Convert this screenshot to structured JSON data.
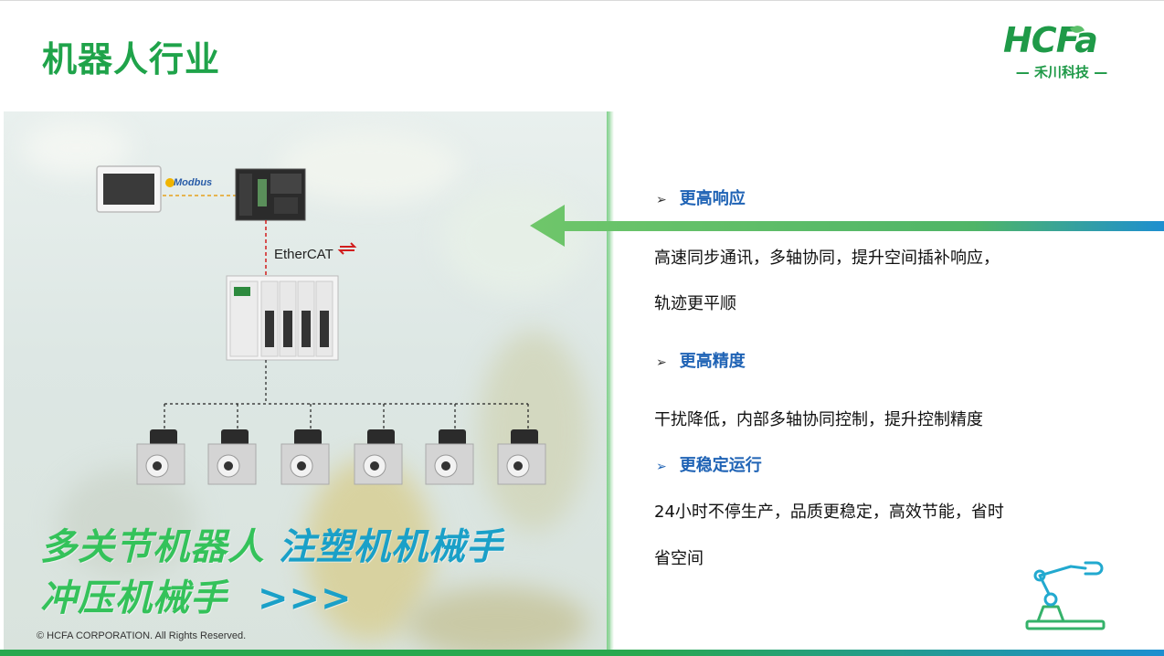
{
  "page": {
    "title": "机器人行业",
    "copyright": "© HCFA CORPORATION. All Rights Reserved."
  },
  "logo": {
    "brand": "HCFa",
    "subtitle": "— 禾川科技 —"
  },
  "diagram": {
    "protocol_top": "Modbus",
    "protocol_bus": "EtherCAT"
  },
  "caption": {
    "line1_part1": "多关节机器人",
    "line1_part2": "注塑机机械手",
    "line2_part1": "冲压机械手",
    "line2_part2": ">>>"
  },
  "sections": [
    {
      "heading": "更高响应",
      "lines": [
        "高速同步通讯，多轴协同，提升空间插补响应，",
        "轨迹更平顺"
      ]
    },
    {
      "heading": "更高精度",
      "lines": [
        "干扰降低，内部多轴协同控制，提升控制精度"
      ]
    },
    {
      "heading": "更稳定运行",
      "lines": [
        "24小时不停生产，品质更稳定，高效节能，省时",
        "省空间"
      ]
    }
  ],
  "colors": {
    "title_green": "#1fa34a",
    "accent_blue": "#1f63b5",
    "arrow_green": "#5cc06a",
    "arrow_blue": "#1e8fd0"
  },
  "icons": [
    "chevron-right-icon",
    "arrow-left-icon",
    "robot-arm-icon"
  ]
}
